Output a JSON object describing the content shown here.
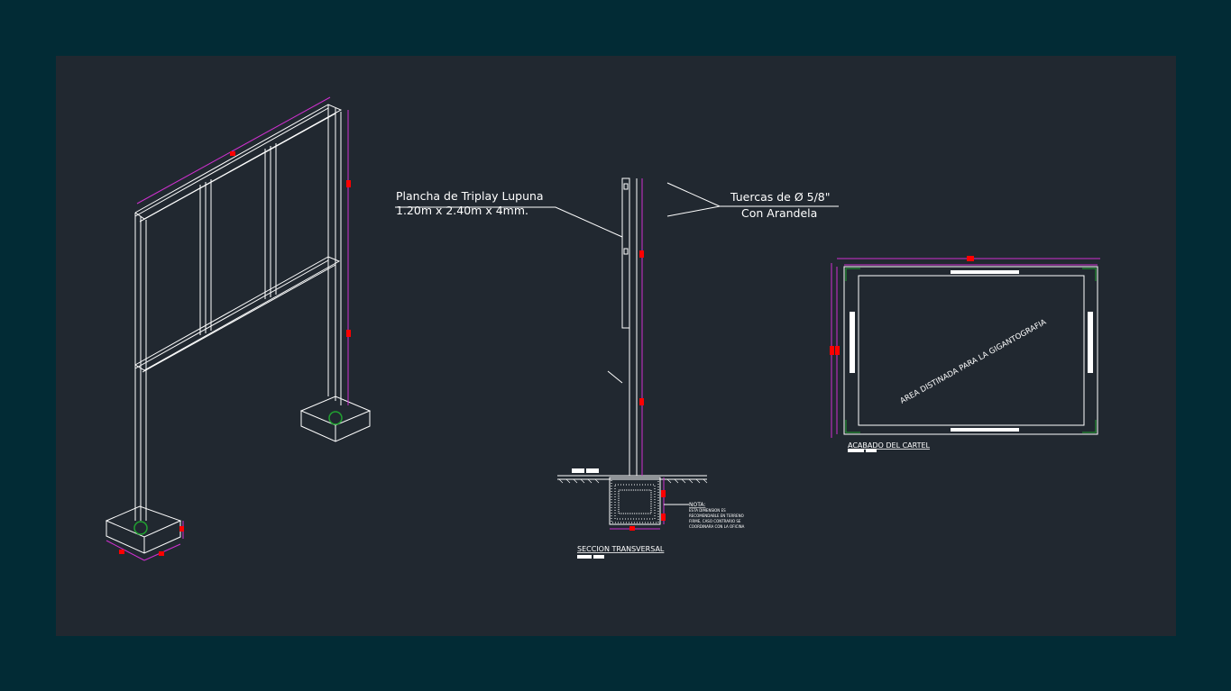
{
  "colors": {
    "background_outer": "#022b35",
    "background_drawing": "#212830",
    "linework": "#ffffff",
    "dimension": "#d030d0",
    "dimension_marker": "#ff0000",
    "base_green": "#20a030"
  },
  "labels": {
    "plancha_line1": "Plancha de Triplay Lupuna",
    "plancha_line2": "1.20m x 2.40m x 4mm.",
    "tuercas_line1": "Tuercas de Ø 5/8\"",
    "tuercas_line2": "Con Arandela",
    "area_text": "AREA DISTINADA PARA LA GIGANTOGRAFIA",
    "acabado_title": "ACABADO DEL CARTEL",
    "seccion_title": "SECCION TRANSVERSAL",
    "nota_title": "NOTA:",
    "nota_line1": "ESTA DIMENSION ES",
    "nota_line2": "RECOMENDABLE EN TERRENO",
    "nota_line3": "FIRME, CASO CONTRARIO SE",
    "nota_line4": "COORDINARA CON LA OFICINA"
  }
}
